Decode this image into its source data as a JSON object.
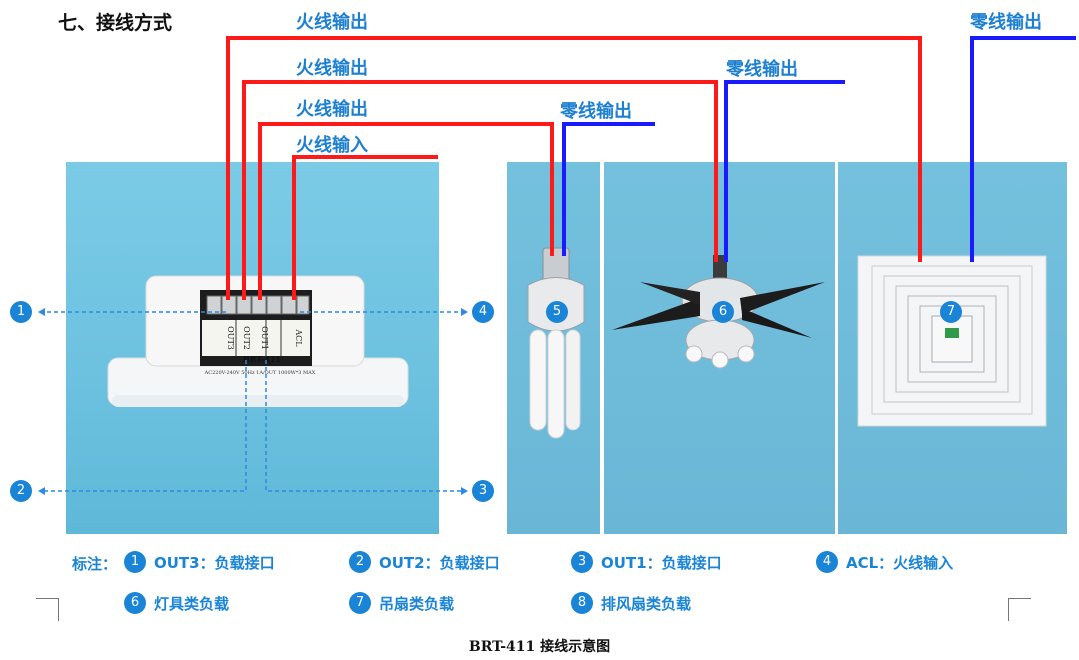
{
  "section_title": "七、接线方式",
  "wire_labels": {
    "live_out_top": "火线输出",
    "live_out_2": "火线输出",
    "live_out_3": "火线输出",
    "live_in": "火线输入",
    "neutral_out_bulb": "零线输出",
    "neutral_out_fan": "零线输出",
    "neutral_out_vent": "零线输出"
  },
  "device": {
    "model": "BRT-411",
    "terminals": [
      "OUT3",
      "OUT2",
      "OUT1",
      "ACL"
    ],
    "rating": "AC220V-240V 50Hz  1A/OUT 1000W*3 MAX"
  },
  "markers": [
    "1",
    "2",
    "3",
    "4",
    "5",
    "6",
    "7"
  ],
  "legend": {
    "note_label": "标注：",
    "items": [
      {
        "num": "1",
        "text": "OUT3：负载接口"
      },
      {
        "num": "2",
        "text": "OUT2：负载接口"
      },
      {
        "num": "3",
        "text": "OUT1：负载接口"
      },
      {
        "num": "4",
        "text": "ACL：火线输入"
      },
      {
        "num": "6",
        "text": "灯具类负载"
      },
      {
        "num": "7",
        "text": "吊扇类负载"
      },
      {
        "num": "8",
        "text": "排风扇类负载"
      }
    ]
  },
  "caption": "BRT-411 接线示意图",
  "colors": {
    "live": "#ff1a1a",
    "neutral": "#1a1aff",
    "accent": "#1a84d6",
    "photo_bg": "#6dc2e0"
  }
}
